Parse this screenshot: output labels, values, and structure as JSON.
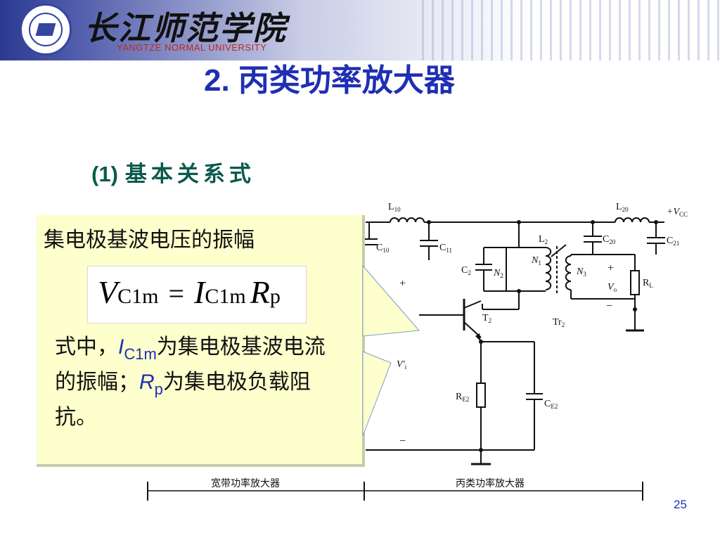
{
  "header": {
    "univ_name_cn": "长江师范学院",
    "univ_name_en": "YANGTZE NORMAL UNIVERSITY",
    "colors": {
      "banner": "#2b3a8f",
      "title": "#1f2fb3",
      "subtitle": "#0b5a4e",
      "univ_en": "#c0271e"
    }
  },
  "slide": {
    "title": "2. 丙类功率放大器",
    "subtitle_num": "(1)",
    "subtitle_text": "基本关系式",
    "page_number": "25"
  },
  "callout": {
    "heading": "集电极基波电压的振幅",
    "formula": {
      "lhs": "V",
      "lhs_sub": "C1m",
      "eq": "=",
      "i": "I",
      "i_sub": "C1m",
      "r": "R",
      "r_sub": "p"
    },
    "desc": {
      "prefix": "式中，",
      "sym1": "I",
      "sym1_sub": "C1m",
      "mid1": "为集电极基波电流的振幅；",
      "sym2": "R",
      "sym2_sub": "p",
      "tail": "为集电极负载阻抗。"
    }
  },
  "circuit": {
    "L10": "L",
    "L10_sub": "10",
    "L20": "L",
    "L20_sub": "20",
    "VCC": "+V",
    "VCC_sub": "CC",
    "C10": "C",
    "C10_sub": "10",
    "C11": "C",
    "C11_sub": "11",
    "C20": "C",
    "C20_sub": "20",
    "C21": "C",
    "C21_sub": "21",
    "L2": "L",
    "L2_sub": "2",
    "C2": "C",
    "C2_sub": "2",
    "N1": "N",
    "N1_sub": "1",
    "N2": "N",
    "N2_sub": "2",
    "N3": "N",
    "N3_sub": "3",
    "RL": "R",
    "RL_sub": "L",
    "Vo": "V",
    "Vo_sub": "o",
    "plus": "+",
    "minus": "−",
    "T2": "T",
    "T2_sub": "2",
    "Tr2": "Tr",
    "Tr2_sub": "2",
    "Vi": "V′",
    "Vi_sub": "i",
    "RE2": "R",
    "RE2_sub": "E2",
    "CE2": "C",
    "CE2_sub": "E2",
    "section_left": "宽带功率放大器",
    "section_right": "丙类功率放大器"
  }
}
